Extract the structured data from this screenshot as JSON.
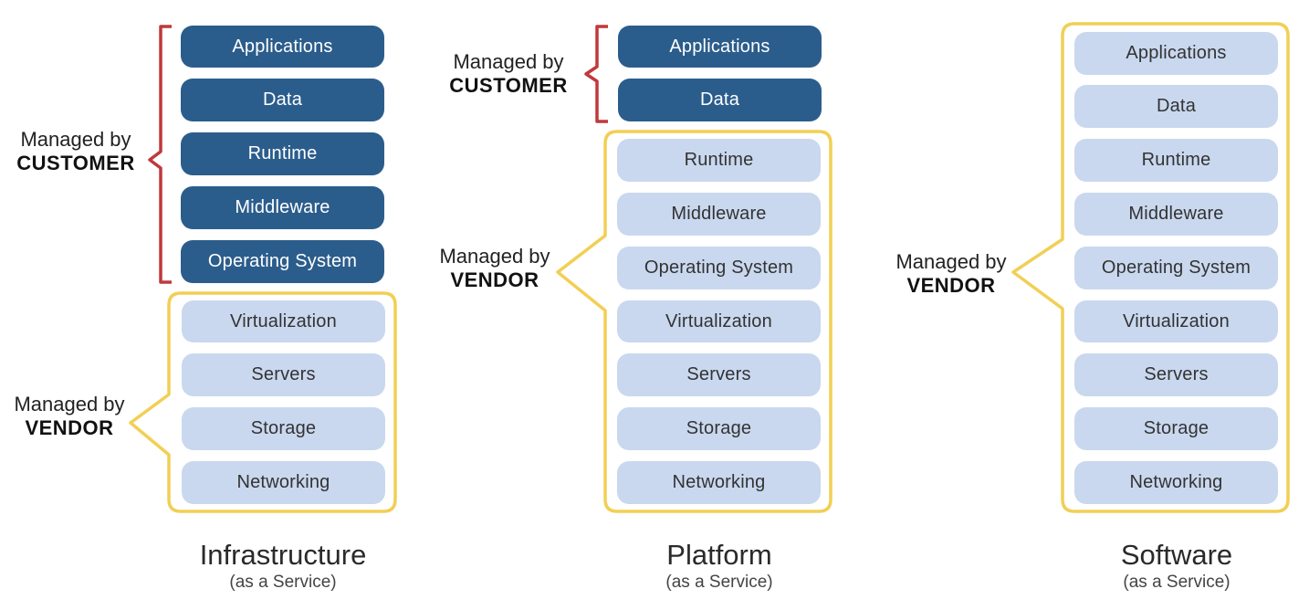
{
  "managed_labels": {
    "by": "Managed by",
    "customer": "CUSTOMER",
    "vendor": "VENDOR"
  },
  "columns": [
    {
      "title": "Infrastructure",
      "subtitle": "(as a Service)",
      "layers": [
        "Applications",
        "Data",
        "Runtime",
        "Middleware",
        "Operating System",
        "Virtualization",
        "Servers",
        "Storage",
        "Networking"
      ]
    },
    {
      "title": "Platform",
      "subtitle": "(as a Service)",
      "layers": [
        "Applications",
        "Data",
        "Runtime",
        "Middleware",
        "Operating System",
        "Virtualization",
        "Servers",
        "Storage",
        "Networking"
      ]
    },
    {
      "title": "Software",
      "subtitle": "(as a Service)",
      "layers": [
        "Applications",
        "Data",
        "Runtime",
        "Middleware",
        "Operating System",
        "Virtualization",
        "Servers",
        "Storage",
        "Networking"
      ]
    }
  ],
  "colors": {
    "customer_box": "#2b5d8c",
    "vendor_box": "#c9d8ef",
    "customer_bracket": "#c0393b",
    "vendor_outline": "#f2cf54"
  }
}
